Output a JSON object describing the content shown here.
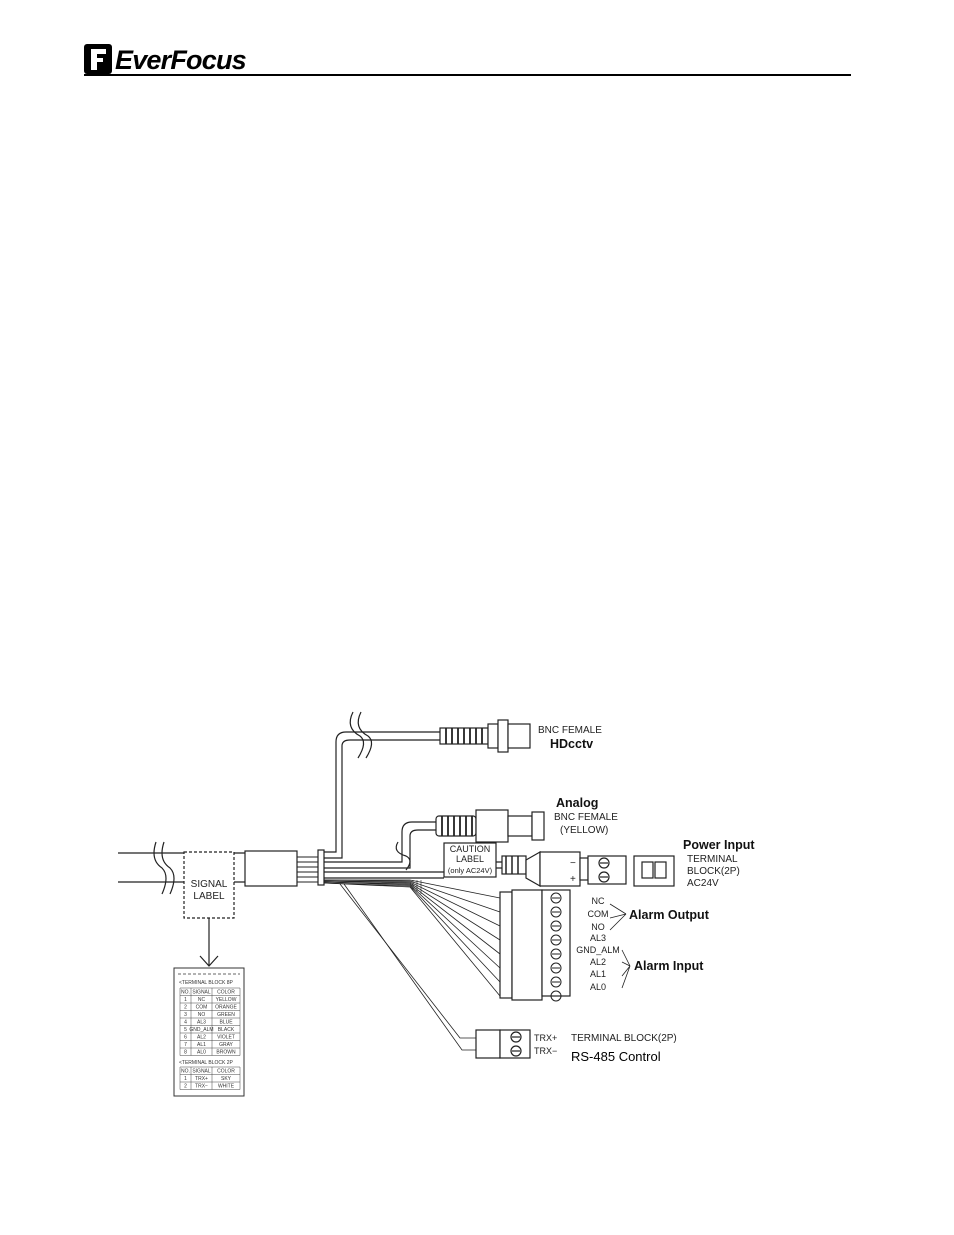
{
  "header": {
    "brand": "EverFocus"
  },
  "diagram": {
    "bnc_hdcctv": {
      "line1": "BNC FEMALE",
      "line2": "HDcctv"
    },
    "bnc_analog": {
      "title": "Analog",
      "line1": "BNC  FEMALE",
      "line2": "(YELLOW)"
    },
    "caution_label": [
      "CAUTION",
      "LABEL",
      "(only AC24V)"
    ],
    "signal_label": [
      "SIGNAL",
      "LABEL"
    ],
    "power_input": {
      "title": "Power Input",
      "lines": [
        "TERMINAL",
        "BLOCK(2P)",
        "AC24V"
      ]
    },
    "polarity": {
      "minus": "−",
      "plus": "+"
    },
    "alarm_pins": [
      "NC",
      "COM",
      "NO",
      "AL3",
      "GND_ALM",
      "AL2",
      "AL1",
      "AL0"
    ],
    "alarm_output": "Alarm Output",
    "alarm_input": "Alarm Input",
    "rs485": {
      "pins": [
        "TRX+",
        "TRX−"
      ],
      "block": "TERMINAL BLOCK(2P)",
      "title": "RS-485 Control"
    },
    "label_card": {
      "block8_title": "<TERMINAL BLOCK 8P",
      "block8_headers": [
        "NO.",
        "SIGNAL",
        "COLOR"
      ],
      "block8_rows": [
        [
          "1",
          "NC",
          "YELLOW"
        ],
        [
          "2",
          "COM",
          "ORANGE"
        ],
        [
          "3",
          "NO",
          "GREEN"
        ],
        [
          "4",
          "AL3",
          "BLUE"
        ],
        [
          "5",
          "GND_ALM",
          "BLACK"
        ],
        [
          "6",
          "AL2",
          "VIOLET"
        ],
        [
          "7",
          "AL1",
          "GRAY"
        ],
        [
          "8",
          "AL0",
          "BROWN"
        ]
      ],
      "block2_title": "<TERMINAL BLOCK 2P",
      "block2_headers": [
        "NO.",
        "SIGNAL",
        "COLOR"
      ],
      "block2_rows": [
        [
          "1",
          "TRX+",
          "SKY"
        ],
        [
          "2",
          "TRX−",
          "WHITE"
        ]
      ]
    }
  }
}
